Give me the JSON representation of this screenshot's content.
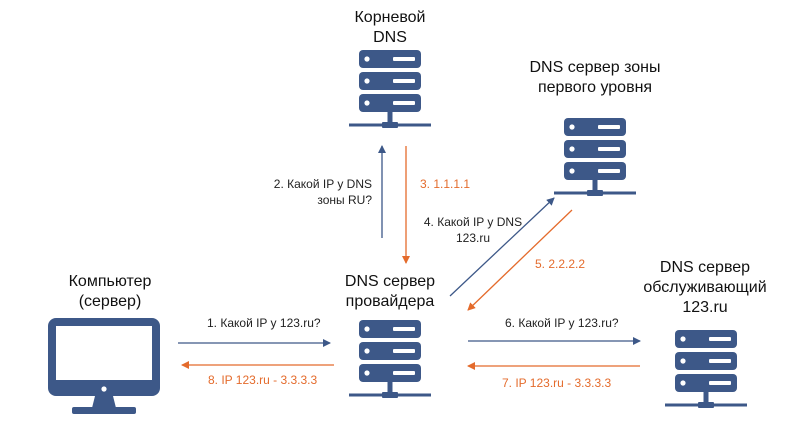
{
  "colors": {
    "server": "#3d5888",
    "query_arrow": "#3d5888",
    "answer_arrow": "#e46b2c",
    "answer_text": "#e46b2c"
  },
  "nodes": {
    "root": {
      "label_line1": "Корневой",
      "label_line2": "DNS",
      "icon": "server-icon"
    },
    "tld": {
      "label_line1": "DNS сервер зоны",
      "label_line2": "первого уровня",
      "icon": "server-icon"
    },
    "provider": {
      "label_line1": "DNS сервер",
      "label_line2": "провайдера",
      "icon": "server-icon"
    },
    "authoritative": {
      "label_line1": "DNS сервер",
      "label_line2": "обслуживающий",
      "label_line3": "123.ru",
      "icon": "server-icon"
    },
    "computer": {
      "label_line1": "Компьютер",
      "label_line2": "(сервер)",
      "icon": "monitor-icon"
    }
  },
  "steps": {
    "s1": "1. Какой IP у 123.ru?",
    "s2_line1": "2. Какой IP у DNS",
    "s2_line2": "зоны RU?",
    "s3": "3. 1.1.1.1",
    "s4_line1": "4. Какой IP у DNS",
    "s4_line2": "123.ru",
    "s5": "5. 2.2.2.2",
    "s6": "6. Какой IP у 123.ru?",
    "s7": "7.  IP 123.ru - 3.3.3.3",
    "s8": "8. IP 123.ru - 3.3.3.3"
  }
}
